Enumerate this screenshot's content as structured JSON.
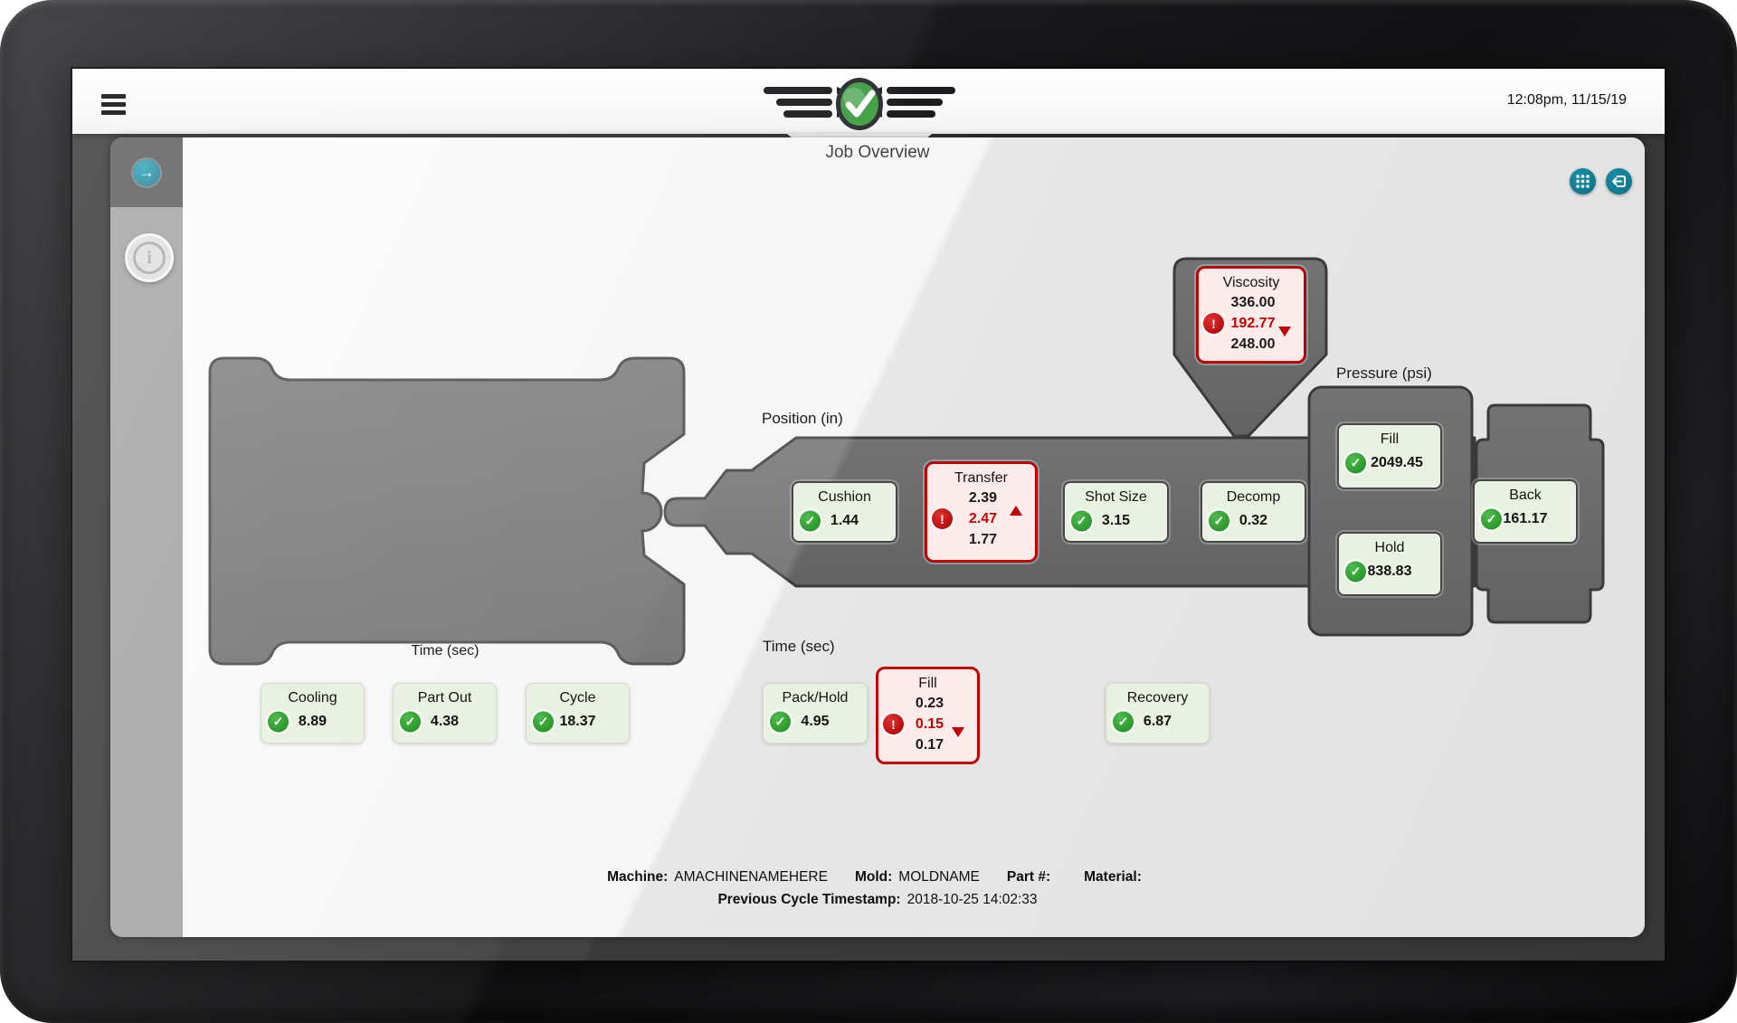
{
  "status_bar": {
    "time": "12:08pm, 11/15/19"
  },
  "title": "Job Overview",
  "labels": {
    "position": "Position (in)",
    "pressure": "Pressure (psi)",
    "time_clamp": "Time (sec)",
    "time_injection": "Time (sec)"
  },
  "glyphs": {
    "check": "✓",
    "alert": "!",
    "arrow_right": "→",
    "info": "i"
  },
  "cards": {
    "viscosity": {
      "title": "Viscosity",
      "values": [
        "336.00",
        "192.77",
        "248.00"
      ],
      "status": "alarm",
      "trend": "down"
    },
    "cushion": {
      "title": "Cushion",
      "value": "1.44",
      "status": "ok"
    },
    "transfer": {
      "title": "Transfer",
      "values": [
        "2.39",
        "2.47",
        "1.77"
      ],
      "status": "alarm",
      "trend": "up"
    },
    "shot_size": {
      "title": "Shot Size",
      "value": "3.15",
      "status": "ok"
    },
    "decomp": {
      "title": "Decomp",
      "value": "0.32",
      "status": "ok"
    },
    "fill_pressure": {
      "title": "Fill",
      "value": "2049.45",
      "status": "ok"
    },
    "hold_pressure": {
      "title": "Hold",
      "value": "838.83",
      "status": "ok"
    },
    "back_pressure": {
      "title": "Back",
      "value": "161.17",
      "status": "ok"
    },
    "cooling": {
      "title": "Cooling",
      "value": "8.89",
      "status": "ok"
    },
    "part_out": {
      "title": "Part Out",
      "value": "4.38",
      "status": "ok"
    },
    "cycle": {
      "title": "Cycle",
      "value": "18.37",
      "status": "ok"
    },
    "pack_hold": {
      "title": "Pack/Hold",
      "value": "4.95",
      "status": "ok"
    },
    "fill_time": {
      "title": "Fill",
      "values": [
        "0.23",
        "0.15",
        "0.17"
      ],
      "status": "alarm",
      "trend": "down"
    },
    "recovery": {
      "title": "Recovery",
      "value": "6.87",
      "status": "ok"
    }
  },
  "footer": {
    "machine_label": "Machine:",
    "machine_value": "AMACHINENAMEHERE",
    "mold_label": "Mold:",
    "mold_value": "MOLDNAME",
    "part_label": "Part #:",
    "part_value": "",
    "material_label": "Material:",
    "material_value": "",
    "timestamp_label": "Previous Cycle Timestamp:",
    "timestamp_value": "2018-10-25 14:02:33"
  },
  "colors": {
    "accent_teal": "#0e7f96",
    "ok_green": "#1e9e1e",
    "alarm_red": "#c00000",
    "machine_gray": "#6d6d6d"
  }
}
